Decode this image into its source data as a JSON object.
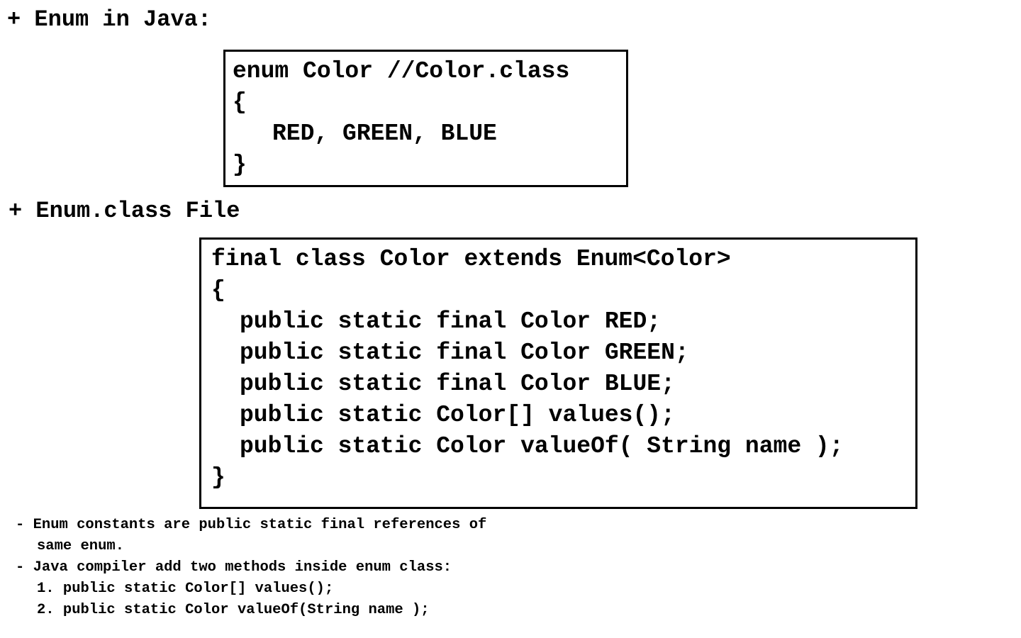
{
  "section_1": {
    "heading": "+ Enum in Java:",
    "code": {
      "line_1": "enum Color //Color.class",
      "line_2": "{",
      "line_3": "RED, GREEN, BLUE",
      "line_4": "}"
    }
  },
  "section_2": {
    "heading": "+ Enum.class File",
    "code": {
      "line_1": "final class Color extends Enum<Color>",
      "line_2": "{",
      "line_3": "public static final Color RED;",
      "line_4": "public static final Color GREEN;",
      "line_5": "public static final Color BLUE;",
      "line_6": "public static Color[] values();",
      "line_7": "public static Color valueOf( String name );",
      "line_8": "}"
    }
  },
  "notes": {
    "note_1_line_1": "- Enum constants are public static final references of",
    "note_1_line_2": "same enum.",
    "note_2_line_1": "- Java compiler add two methods inside enum class:",
    "note_2_item_1": "1. public static Color[] values();",
    "note_2_item_2": "2. public static Color valueOf(String name );"
  }
}
